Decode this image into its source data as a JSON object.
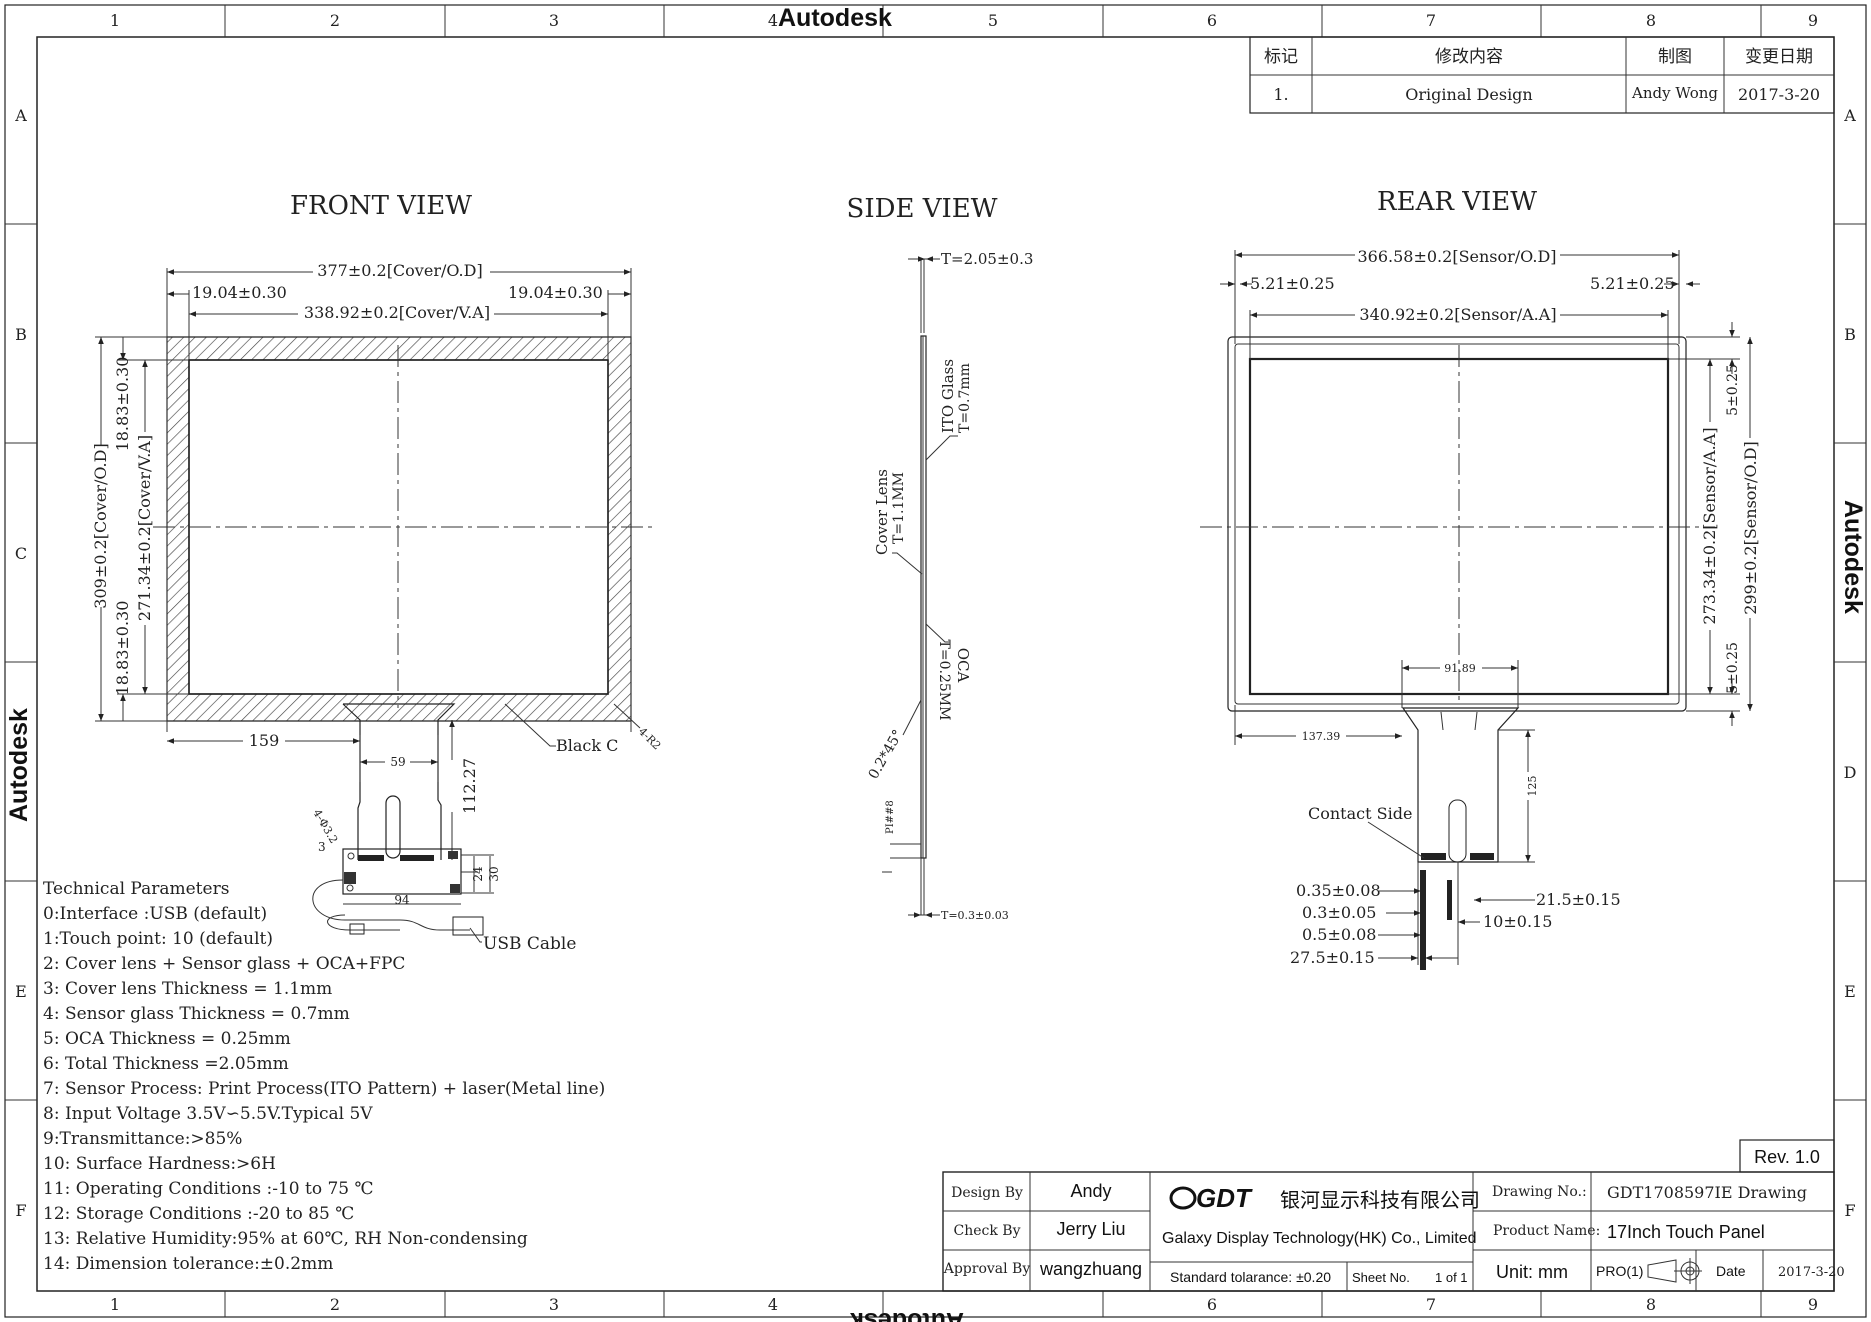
{
  "watermarks": {
    "top": "Autodesk",
    "bottom": "Autodesk",
    "left": "Autodesk",
    "right": "Autodesk"
  },
  "grid": {
    "columns": [
      "1",
      "2",
      "3",
      "4",
      "5",
      "6",
      "7",
      "8",
      "9"
    ],
    "rows": [
      "A",
      "B",
      "C",
      "D",
      "E",
      "F"
    ]
  },
  "revision_table": {
    "headers": [
      "标记",
      "修改内容",
      "制图",
      "变更日期"
    ],
    "row": [
      "1.",
      "Original Design",
      "Andy Wong",
      "2017-3-20"
    ]
  },
  "views": {
    "front": "FRONT VIEW",
    "side": "SIDE VIEW",
    "rear": "REAR VIEW"
  },
  "front": {
    "dim_width": "377±0.2[Cover/O.D]",
    "dim_left_margin": "19.04±0.30",
    "dim_right_margin": "19.04±0.30",
    "dim_va_width": "338.92±0.2[Cover/V.A]",
    "dim_height": "309±0.2[Cover/O.D]",
    "dim_va_height": "271.34±0.2[Cover/V.A]",
    "dim_top_margin": "18.83±0.30",
    "dim_bottom_margin": "18.83±0.30",
    "dim_fpc_offset": "159",
    "dim_fpc_width": "59",
    "dim_fpc_length": "112.27",
    "label_black": "Black C",
    "label_radius": "4-R2",
    "label_pcb": "94",
    "label_pcb_h1": "24",
    "label_pcb_h2": "30",
    "label_hole": "4-Φ3.2",
    "label_3": "3",
    "label_usb": "USB Cable"
  },
  "side": {
    "total": "T=2.05±0.3",
    "ito_title": "ITO Glass",
    "ito_t": "T=0.7mm",
    "cover_title": "Cover Lens",
    "cover_t": "T=1.1MM",
    "oca_title": "OCA",
    "oca_t": "T=0.25MM",
    "chamfer": "0.2*45°",
    "pitch": "PI##8",
    "fpc_t": "T=0.3±0.03"
  },
  "rear": {
    "dim_width": "366.58±0.2[Sensor/O.D]",
    "dim_left": "5.21±0.25",
    "dim_right": "5.21±0.25",
    "dim_aa": "340.92±0.2[Sensor/A.A]",
    "dim_top": "5±0.25",
    "dim_bottom": "5±0.25",
    "dim_aa_h": "273.34±0.2[Sensor/A.A]",
    "dim_od_h": "299±0.2[Sensor/O.D]",
    "dim_fpc_w": "91.89",
    "dim_offset": "137.39",
    "dim_fpc_len": "125",
    "contact": "Contact Side",
    "d1": "0.35±0.08",
    "d2": "0.3±0.05",
    "d3": "0.5±0.08",
    "d4": "27.5±0.15",
    "d5": "21.5±0.15",
    "d6": "10±0.15"
  },
  "tech": {
    "title": "Technical Parameters",
    "lines": [
      "0:Interface :USB (default)",
      "1:Touch point: 10 (default)",
      "2: Cover lens + Sensor glass + OCA+FPC",
      "3: Cover lens Thickness = 1.1mm",
      "4: Sensor glass Thickness = 0.7mm",
      "5: OCA Thickness = 0.25mm",
      "6: Total Thickness =2.05mm",
      "7: Sensor Process: Print Process(ITO Pattern) + laser(Metal line)",
      "8: Input Voltage  3.5V∽5.5V.Typical 5V",
      "9:Transmittance:>85%",
      "10: Surface Hardness:>6H",
      "11: Operating Conditions :-10 to 75 ℃",
      "12: Storage Conditions :-20 to 85 ℃",
      "13: Relative Humidity:95% at 60℃, RH Non-condensing",
      "14: Dimension tolerance:±0.2mm"
    ]
  },
  "title_block": {
    "rev": "Rev. 1.0",
    "design_by_label": "Design By",
    "design_by": "Andy",
    "check_by_label": "Check By",
    "check_by": "Jerry Liu",
    "approval_by_label": "Approval By",
    "approval_by": "wangzhuang",
    "logo": "GDT",
    "company_cn": "银河显示科技有限公司",
    "company_en": "Galaxy Display Technology(HK) Co., Limited",
    "tolerance": "Standard tolarance: ±0.20",
    "sheet_label": "Sheet No.",
    "sheet": "1 of 1",
    "drawing_no_label": "Drawing No.:",
    "drawing_no": "GDT1708597IE Drawing",
    "product_label": "Product Name:",
    "product": "17Inch Touch Panel",
    "unit": "Unit: mm",
    "pro": "PRO(1)",
    "date_label": "Date",
    "date": "2017-3-20"
  }
}
